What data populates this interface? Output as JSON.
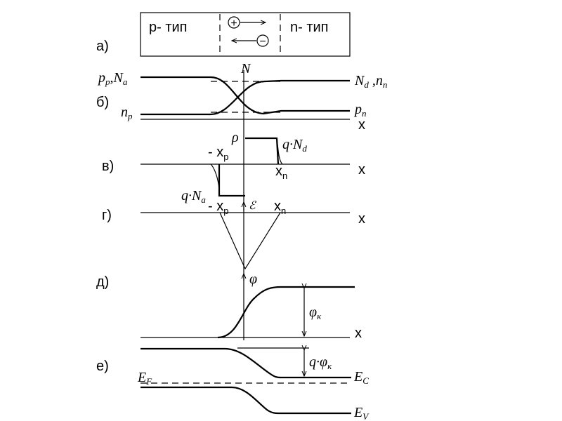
{
  "rows": {
    "a": "а)",
    "b": "б)",
    "v": "в)",
    "g": "г)",
    "d": "д)",
    "e": "е)"
  },
  "box": {
    "p_type": "p- тип",
    "n_type": "n- тип",
    "plus": "+",
    "minus": "−"
  },
  "panel_b": {
    "pp": "p",
    "pp_sub": "p",
    "na": "N",
    "na_sub": "a",
    "comma1": ",",
    "n_top": "N",
    "nd": "N",
    "nd_sub": "d",
    "comma2": " ,",
    "nn": "n",
    "nn_sub": "n",
    "np": "n",
    "np_sub": "p",
    "pn": "p",
    "pn_sub": "n",
    "x": "x"
  },
  "panel_v": {
    "rho": "ρ",
    "qnd": "q·N",
    "qnd_sub": "d",
    "minus_xp": "- x",
    "minus_xp_sub": "p",
    "xn": "x",
    "xn_sub": "n",
    "qna": "q·N",
    "qna_sub": "a",
    "x": "x"
  },
  "panel_g": {
    "minus_xp": "- x",
    "minus_xp_sub": "p",
    "field": "ℰ",
    "xn": "x",
    "xn_sub": "n",
    "x": "x"
  },
  "panel_d": {
    "phi": "φ",
    "phik": "φ",
    "phik_sub": "к",
    "x": "x"
  },
  "panel_e": {
    "qphik": "q·φ",
    "qphik_sub": "к",
    "ef": "E",
    "ef_sub": "F",
    "ec": "E",
    "ec_sub": "C",
    "ev": "E",
    "ev_sub": "V"
  }
}
